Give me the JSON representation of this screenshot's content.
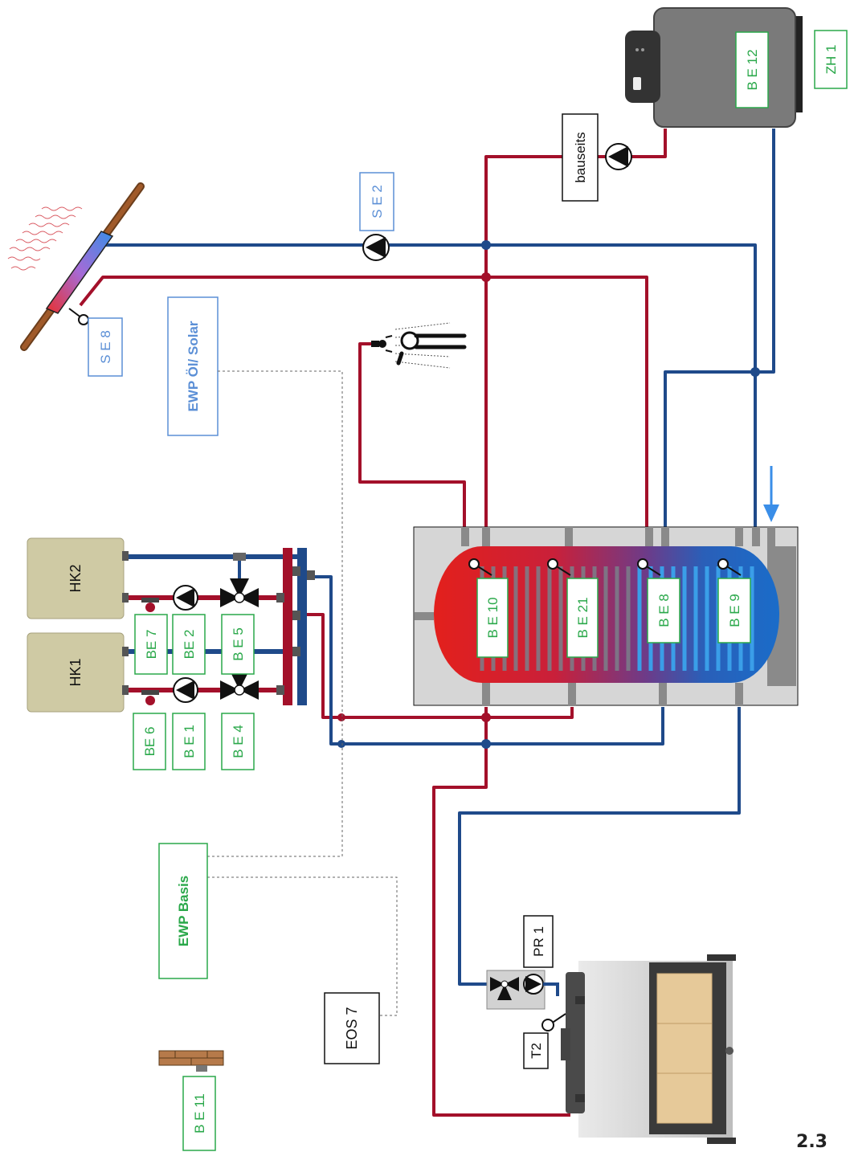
{
  "colors": {
    "flow_red": "#a3102a",
    "return_blue": "#1f4a8a",
    "label_green": "#2aa84a",
    "label_blue": "#5b8fd6",
    "hk_fill": "#cfcaa4",
    "tank_frame": "#d6d6d6",
    "inlet_arrow": "#3a8ee8"
  },
  "heating_circuits": {
    "hk2": "HK2",
    "hk1": "HK1"
  },
  "components": {
    "be7": "BE 7",
    "be2": "BE 2",
    "be5": "B E 5",
    "be6": "BE 6",
    "be1": "B E 1",
    "be4": "B E 4",
    "be10": "B E 10",
    "be21": "B E 21",
    "be8": "B E 8",
    "be9": "B E 9",
    "be12": "B E 12",
    "be11": "B E 11",
    "zh1": "ZH 1",
    "se2": "S E 2",
    "se8": "S E 8",
    "bauseits": "bauseits",
    "pr1": "PR 1",
    "t2": "T2",
    "eos7": "EOS 7",
    "ewp_oel_solar": "EWP Öl/ Solar",
    "ewp_basis": "EWP Basis"
  },
  "page_number": "2.3"
}
